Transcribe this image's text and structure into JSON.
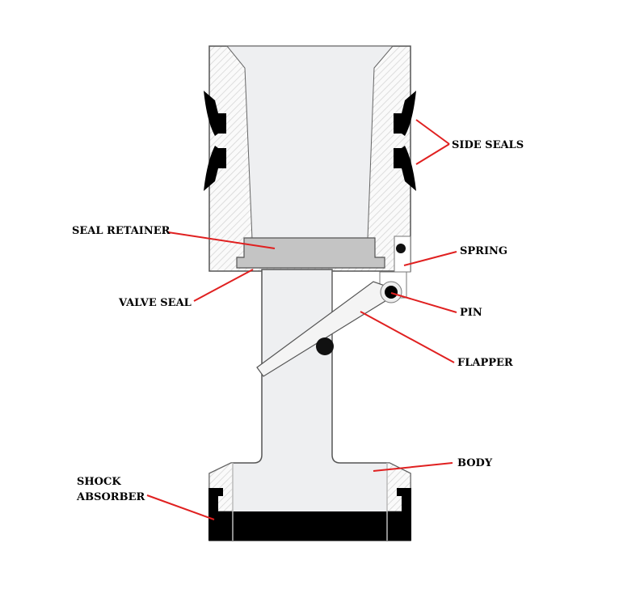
{
  "labels": {
    "side_seals": "SIDE SEALS",
    "seal_retainer": "SEAL RETAINER",
    "spring": "SPRING",
    "valve_seal": "VALVE SEAL",
    "pin": "PIN",
    "flapper": "FLAPPER",
    "body": "BODY",
    "shock_absorber_line1": "SHOCK",
    "shock_absorber_line2": "ABSORBER"
  },
  "colors": {
    "leader": "#e02020",
    "bore": "#eeeff1",
    "retainer": "#c4c4c4",
    "seal": "#000000"
  }
}
